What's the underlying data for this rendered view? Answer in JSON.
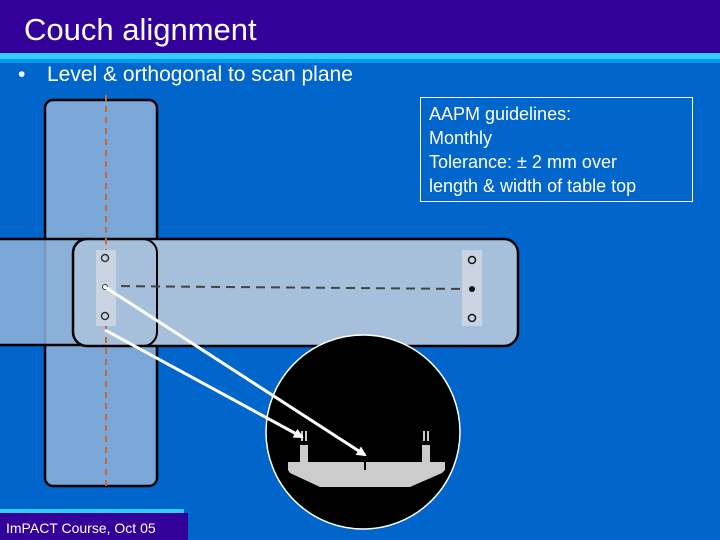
{
  "title": "Couch alignment",
  "bullet": {
    "marker": "•",
    "text": "Level & orthogonal to scan plane"
  },
  "guidelines": {
    "heading": "AAPM guidelines:",
    "frequency": "Monthly",
    "tolerance_line1": "Tolerance: ± 2 mm over",
    "tolerance_line2": "length & width of table top"
  },
  "footer": "ImPACT Course, Oct 05",
  "colors": {
    "background": "#0066cc",
    "title_bar": "#330099",
    "accent_stripe": "#33ccff",
    "laser_line": "#cc6633"
  }
}
